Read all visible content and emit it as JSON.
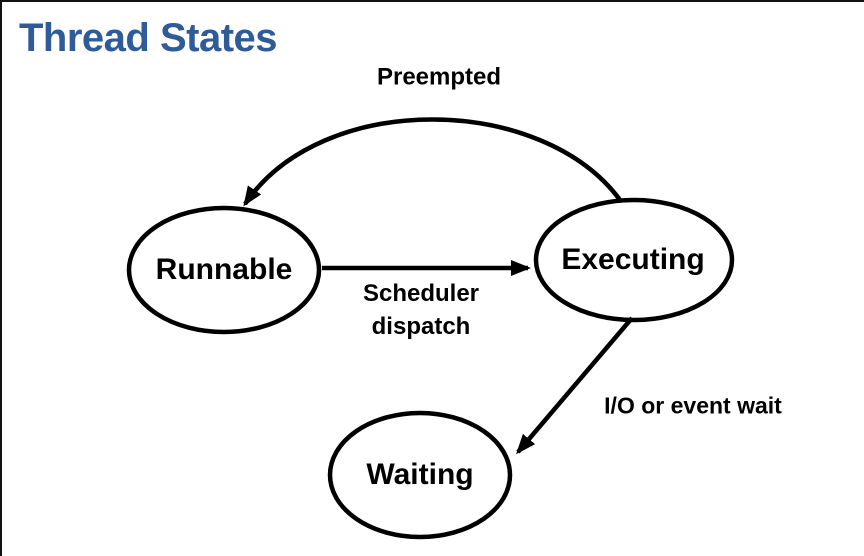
{
  "title": {
    "text": "Thread States",
    "color": "#2F5B99"
  },
  "diagram": {
    "type": "state-diagram",
    "stroke_color": "#000000",
    "background_color": "#ffffff",
    "states": [
      {
        "id": "runnable",
        "label": "Runnable"
      },
      {
        "id": "executing",
        "label": "Executing"
      },
      {
        "id": "waiting",
        "label": "Waiting"
      }
    ],
    "transitions": [
      {
        "id": "preempted",
        "label": "Preempted",
        "from": "executing",
        "to": "runnable"
      },
      {
        "id": "scheduler-dispatch",
        "label": "Scheduler dispatch",
        "lines": [
          "Scheduler",
          "dispatch"
        ],
        "from": "runnable",
        "to": "executing"
      },
      {
        "id": "io-or-event-wait",
        "label": "I/O or event wait",
        "from": "executing",
        "to": "waiting"
      }
    ]
  }
}
